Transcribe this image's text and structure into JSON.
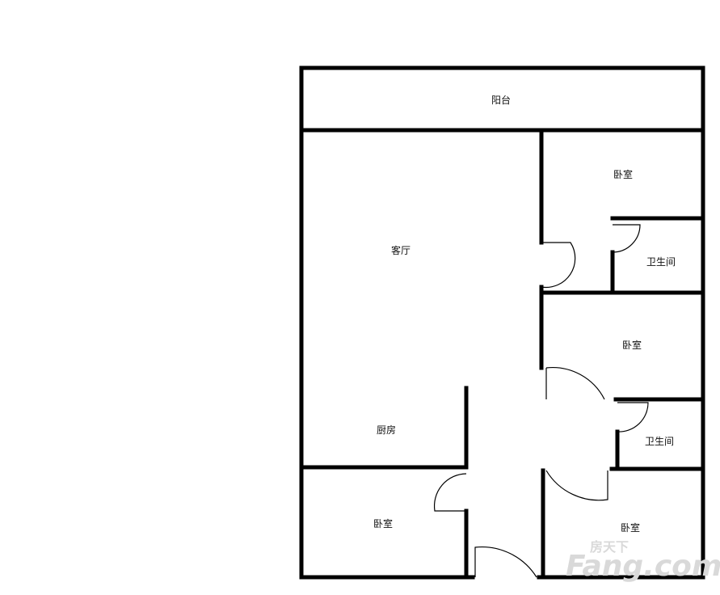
{
  "rooms": {
    "balcony": "阳台",
    "living_room": "客厅",
    "bedroom_top": "卧室",
    "bathroom_top": "卫生间",
    "bedroom_middle": "卧室",
    "bathroom_bottom": "卫生间",
    "kitchen": "厨房",
    "bedroom_bottom_left": "卧室",
    "bedroom_bottom_right": "卧室"
  },
  "watermark": {
    "brand": "Fang.com",
    "chinese": "房天下"
  }
}
